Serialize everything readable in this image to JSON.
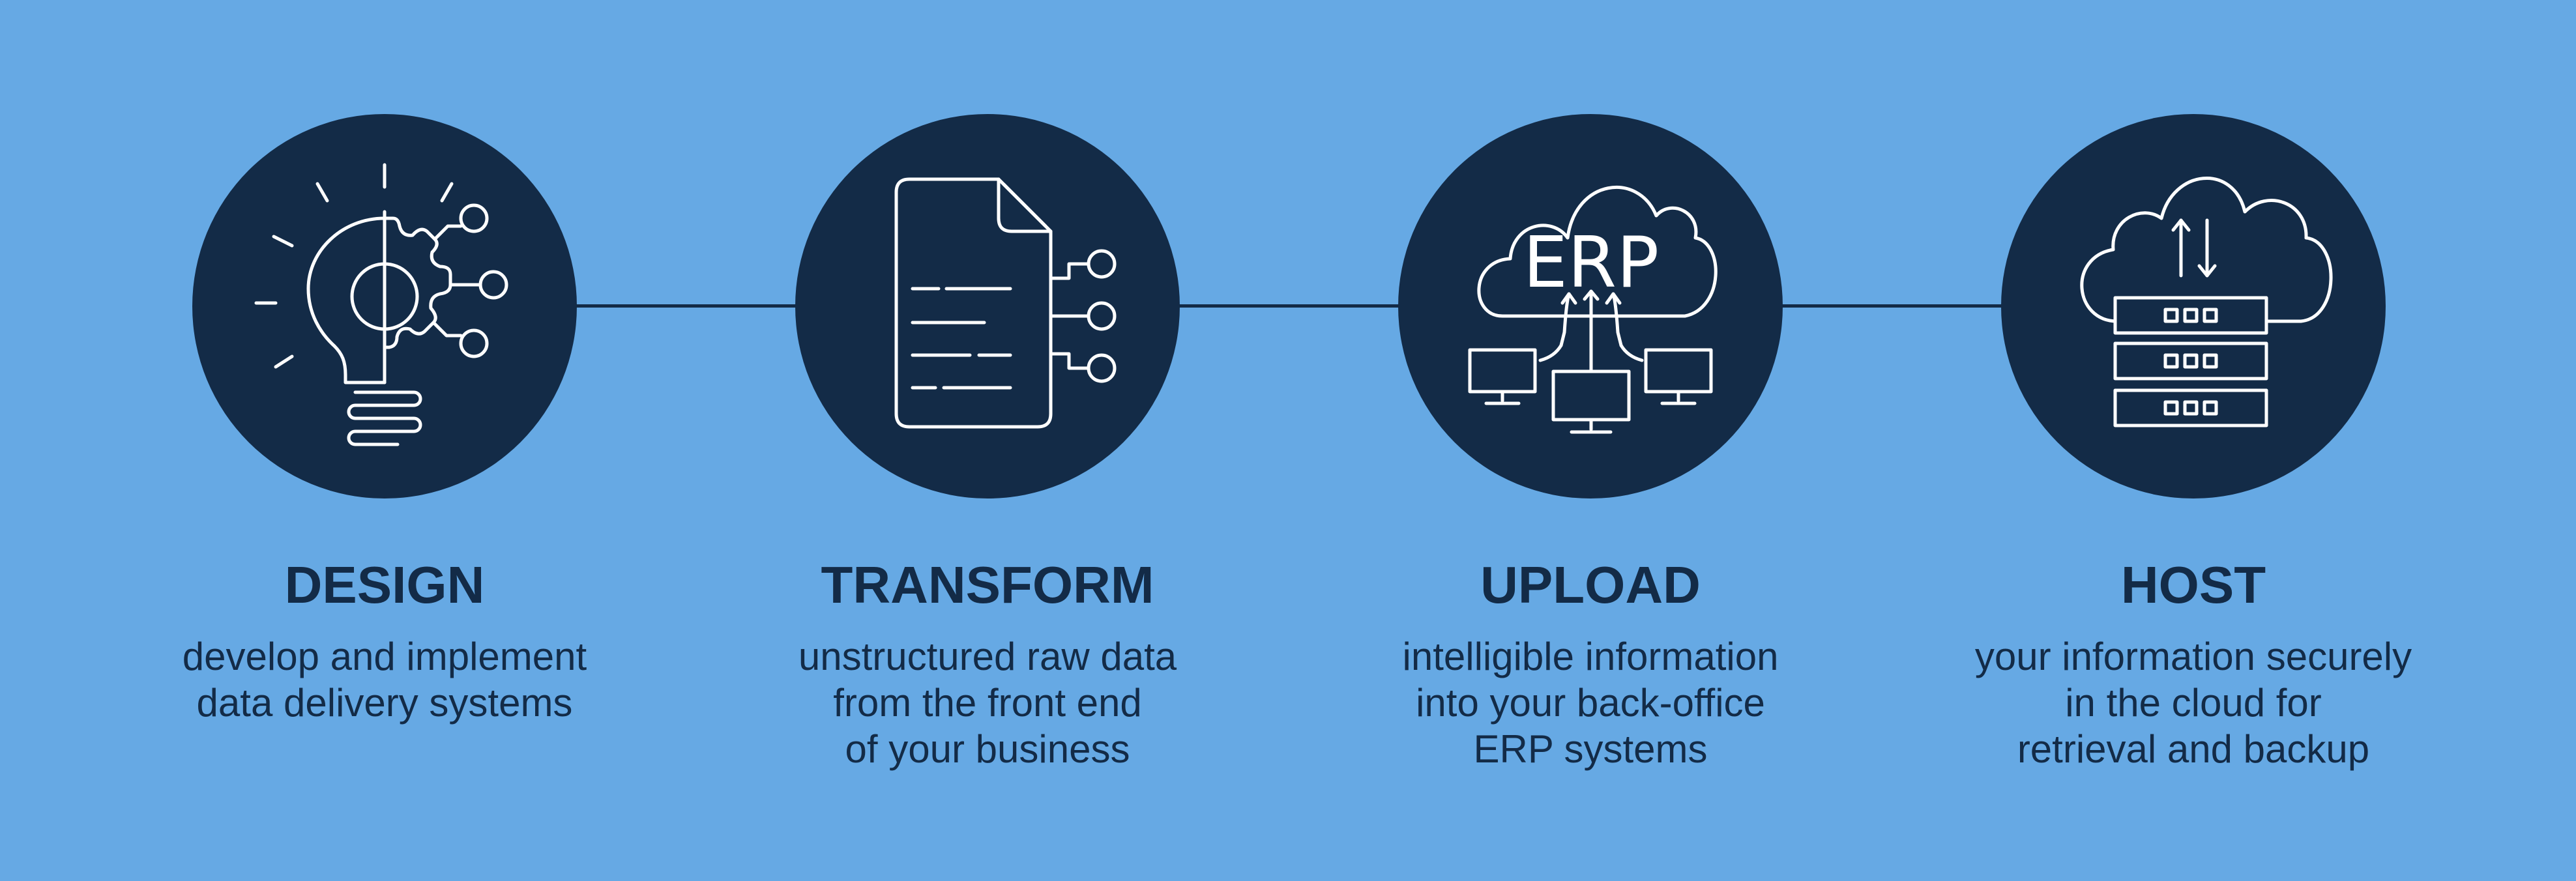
{
  "colors": {
    "background": "#66a9e4",
    "circle": "#132b47",
    "text": "#132b47",
    "icon_stroke": "#ffffff"
  },
  "steps": [
    {
      "icon": "lightbulb-gear-icon",
      "title": "DESIGN",
      "lines": [
        "develop and implement",
        "data delivery systems"
      ]
    },
    {
      "icon": "document-network-icon",
      "title": "TRANSFORM",
      "lines": [
        "unstructured raw data",
        "from the front end",
        "of your business"
      ]
    },
    {
      "icon": "erp-cloud-upload-icon",
      "icon_text": "ERP",
      "title": "UPLOAD",
      "lines": [
        "intelligible information",
        "into your back-office",
        "ERP systems"
      ]
    },
    {
      "icon": "cloud-server-icon",
      "title": "HOST",
      "lines": [
        "your information securely",
        "in the cloud for",
        "retrieval and backup"
      ]
    }
  ]
}
